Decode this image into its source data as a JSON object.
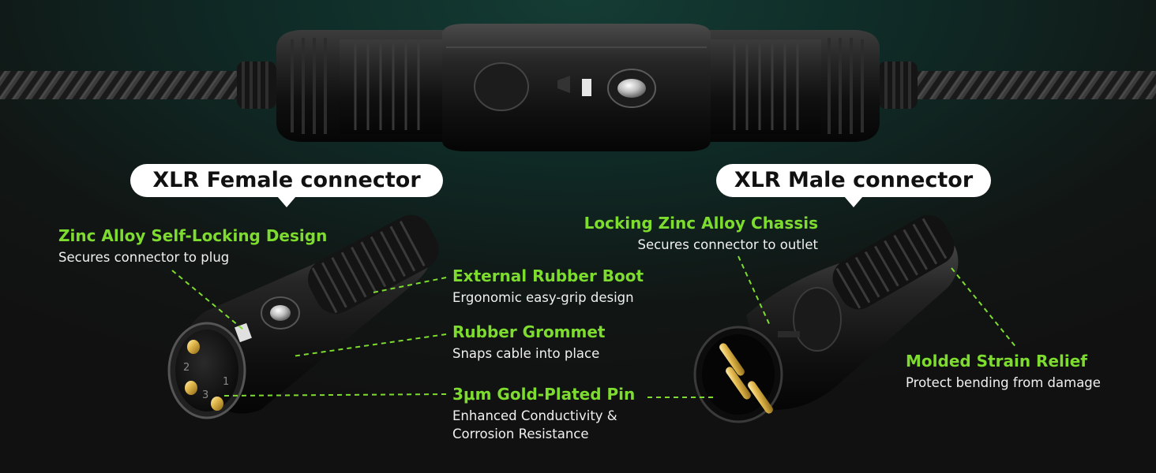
{
  "colors": {
    "accent_green": "#7ddc2e",
    "label_bg": "#ffffff",
    "text_white": "#f0f0f0"
  },
  "female_connector": {
    "title": "XLR Female connector",
    "pin_numbers": [
      "2",
      "1",
      "3"
    ]
  },
  "male_connector": {
    "title": "XLR Male connector"
  },
  "features": {
    "zinc_self_locking": {
      "title": "Zinc Alloy Self-Locking Design",
      "desc": "Secures connector to plug"
    },
    "external_rubber_boot": {
      "title": "External Rubber Boot",
      "desc": "Ergonomic easy-grip design"
    },
    "rubber_grommet": {
      "title": "Rubber Grommet",
      "desc": "Snaps cable into place"
    },
    "gold_plated_pin": {
      "title": "3μm Gold-Plated Pin",
      "desc_line1": "Enhanced Conductivity &",
      "desc_line2": "Corrosion Resistance"
    },
    "locking_chassis": {
      "title": "Locking Zinc Alloy Chassis",
      "desc": "Secures connector to outlet"
    },
    "strain_relief": {
      "title": "Molded Strain Relief",
      "desc": "Protect bending from damage"
    }
  },
  "icons": [
    "braided-cable-icon",
    "coupled-xlr-connectors-icon",
    "xlr-female-connector-icon",
    "xlr-male-connector-icon",
    "latch-button-icon"
  ]
}
